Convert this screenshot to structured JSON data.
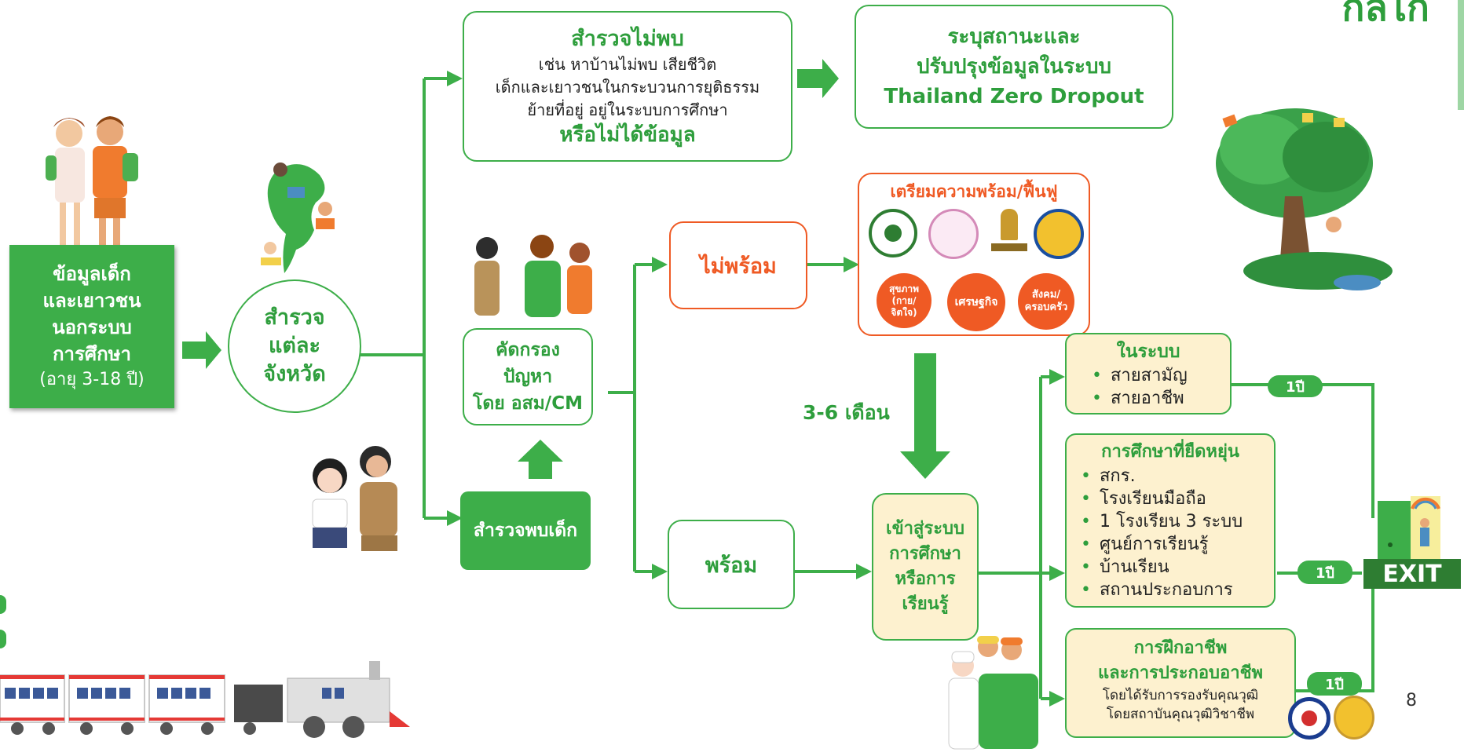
{
  "corner_title": "กลไก",
  "page_number": "8",
  "children_data": {
    "line1": "ข้อมูลเด็ก",
    "line2": "และเยาวชน",
    "line3": "นอกระบบ",
    "line4": "การศึกษา",
    "age": "(อายุ 3-18 ปี)"
  },
  "survey_province": {
    "line1": "สำรวจ",
    "line2": "แต่ละ",
    "line3": "จังหวัด"
  },
  "not_found": {
    "title": "สำรวจไม่พบ",
    "line1": "เช่น หาบ้านไม่พบ เสียชีวิต",
    "line2": "เด็กและเยาวชนในกระบวนการยุติธรรม",
    "line3": "ย้ายที่อยู่ อยู่ในระบบการศึกษา",
    "line4": "หรือไม่ได้ข้อมูล"
  },
  "tzd": {
    "line1": "ระบุสถานะและ",
    "line2": "ปรับปรุงข้อมูลในระบบ",
    "line3": "Thailand Zero Dropout"
  },
  "screening": {
    "line1": "คัดกรอง",
    "line2": "ปัญหา",
    "line3": "โดย อสม/CM"
  },
  "found": {
    "label": "สำรวจพบเด็ก"
  },
  "not_ready": {
    "label": "ไม่พร้อม"
  },
  "ready": {
    "label": "พร้อม"
  },
  "prepare": {
    "title": "เตรียมความพร้อม/ฟื้นฟู",
    "health": "สุขภาพ (กาย/ จิตใจ)",
    "economy": "เศรษฐกิจ",
    "social": "สังคม/ ครอบครัว"
  },
  "duration": "3-6 เดือน",
  "enter": {
    "line1": "เข้าสู่ระบบ",
    "line2": "การศึกษา",
    "line3": "หรือการ",
    "line4": "เรียนรู้"
  },
  "in_system": {
    "title": "ในระบบ",
    "items": [
      "สายสามัญ",
      "สายอาชีพ"
    ]
  },
  "flexible": {
    "title": "การศึกษาที่ยืดหยุ่น",
    "items": [
      "สกร.",
      "โรงเรียนมือถือ",
      "1 โรงเรียน 3 ระบบ",
      "ศูนย์การเรียนรู้",
      "บ้านเรียน",
      "สถานประกอบการ"
    ]
  },
  "vocational": {
    "line1": "การฝึกอาชีพ",
    "line2": "และการประกอบอาชีพ",
    "line3": "โดยได้รับการรองรับคุณวุฒิ",
    "line4": "โดยสถาบันคุณวุฒิวิชาชีพ"
  },
  "one_year": "1ปี",
  "exit_label": "EXIT",
  "colors": {
    "green": "#3dae49",
    "dark_green": "#2e9e3c",
    "orange": "#ef5a24",
    "cream": "#fdf1cf"
  }
}
